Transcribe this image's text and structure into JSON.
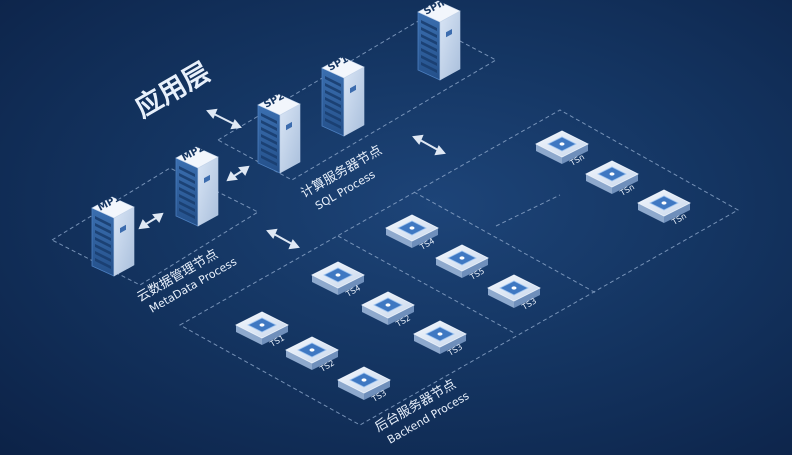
{
  "title": "应用层",
  "groups": {
    "metadata": {
      "cn": "云数据管理节点",
      "en": "MetaData Process"
    },
    "sql": {
      "cn": "计算服务器节点",
      "en": "SQL Process"
    },
    "backend": {
      "cn": "后台服务器节点",
      "en": "Backend Process"
    }
  },
  "servers": {
    "mp1": "MP1",
    "mp2": "MP2",
    "sp2": "SP2",
    "sp1": "SP1",
    "spn": "SPn"
  },
  "nodes": {
    "g1_1": "TS1",
    "g1_2": "TS2",
    "g1_3": "TS3",
    "g2_1": "TS4",
    "g2_2": "TS2",
    "g2_3": "TS3",
    "g3_1": "TS4",
    "g3_2": "TS5",
    "g3_3": "TS3",
    "g4_1": "TSn",
    "g4_2": "TSn",
    "g4_3": "TSn"
  },
  "colors": {
    "accent": "#4aa8ff",
    "line": "#9db6d6",
    "text": "#e8f0fb"
  }
}
